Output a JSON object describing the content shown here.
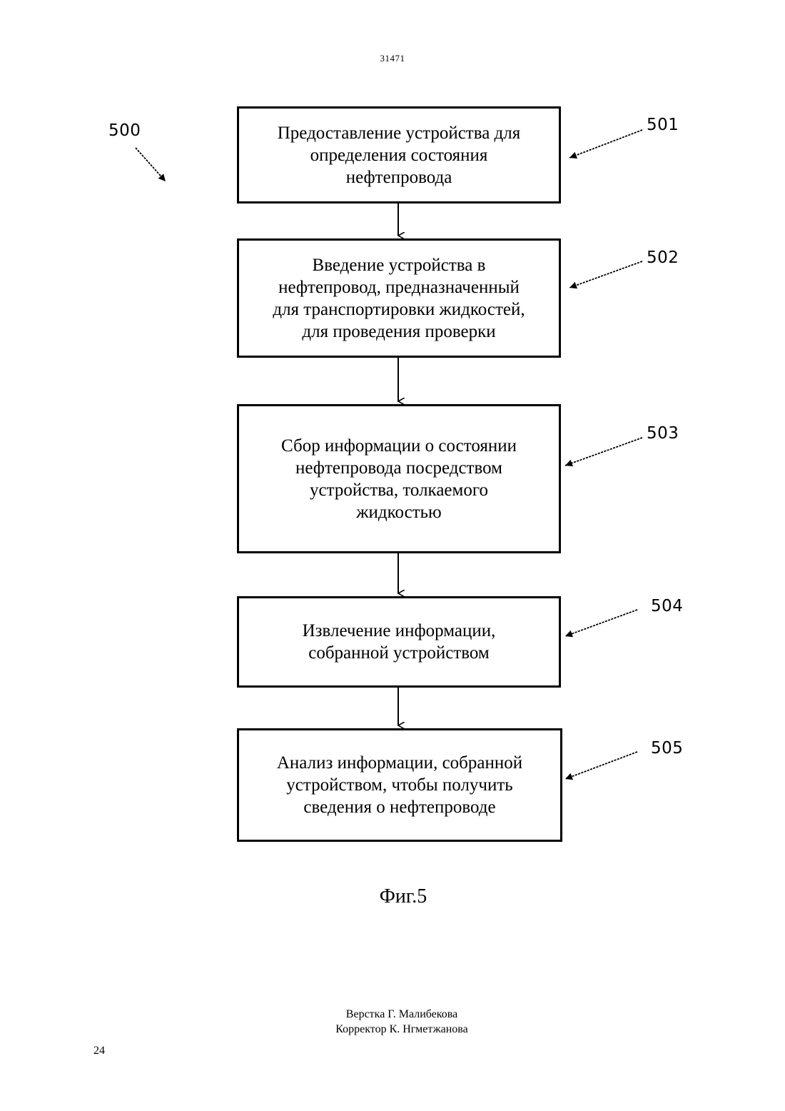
{
  "header": {
    "doc_number": "31471"
  },
  "flowchart": {
    "ref_main": "500",
    "steps": [
      {
        "ref": "501",
        "text": [
          "Предоставление устройства для",
          "определения состояния",
          "нефтепровода"
        ]
      },
      {
        "ref": "502",
        "text": [
          "Введение устройства в",
          "нефтепровод, предназначенный",
          "для транспортировки жидкостей,",
          "для проведения проверки"
        ]
      },
      {
        "ref": "503",
        "text": [
          "Сбор информации о состоянии",
          "нефтепровода посредством",
          "устройства, толкаемого",
          "жидкостью"
        ]
      },
      {
        "ref": "504",
        "text": [
          "Извлечение информации,",
          "собранной устройством"
        ]
      },
      {
        "ref": "505",
        "text": [
          "Анализ информации, собранной",
          "устройством, чтобы получить",
          "сведения о нефтепроводе"
        ]
      }
    ]
  },
  "caption": "Фиг.5",
  "credits": {
    "layout": "Верстка Г. Малибекова",
    "proofreader": "Корректор К. Нгметжанова"
  },
  "page_number": "24"
}
